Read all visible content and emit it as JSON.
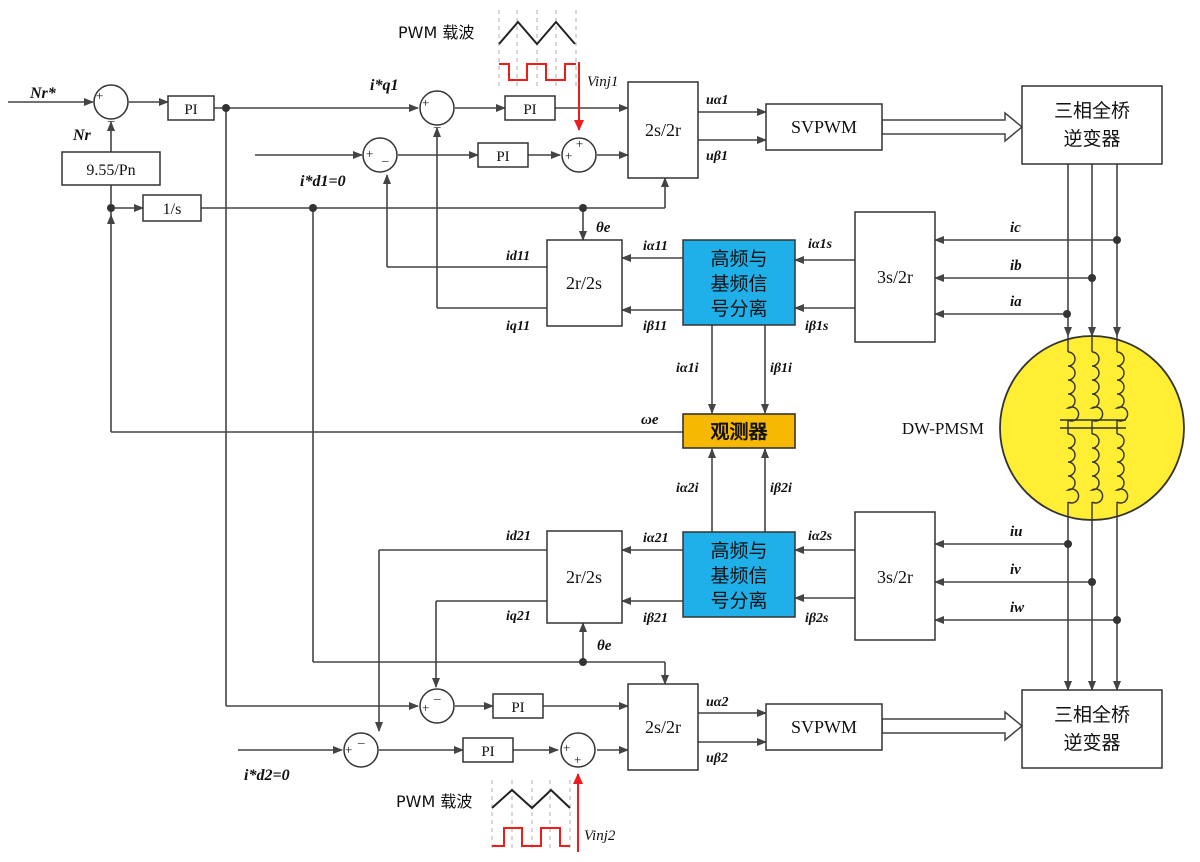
{
  "labels": {
    "nr_ref": "Nr*",
    "nr": "Nr",
    "gain": "9.55/Pn",
    "integrator": "1/s",
    "pi": "PI",
    "park1": "2s/2r",
    "park2": "2s/2r",
    "invpark1": "2r/2s",
    "invpark2": "2r/2s",
    "clarke1": "3s/2r",
    "clarke2": "3s/2r",
    "svpwm1": "SVPWM",
    "svpwm2": "SVPWM",
    "inverter1_l1": "三相全桥",
    "inverter1_l2": "逆变器",
    "inverter2_l1": "三相全桥",
    "inverter2_l2": "逆变器",
    "sep1_l1": "高频与",
    "sep1_l2": "基频信",
    "sep1_l3": "号分离",
    "sep2_l1": "高频与",
    "sep2_l2": "基频信",
    "sep2_l3": "号分离",
    "observer": "观测器",
    "motor": "DW-PMSM",
    "pwm_carrier1": "PWM 载波",
    "pwm_carrier2": "PWM 载波",
    "vinj1": "Vinj1",
    "vinj2": "Vinj2",
    "iq1_ref": "i*q1",
    "id1_ref": "i*d1=0",
    "id2_ref": "i*d2=0",
    "u_alpha1": "uα1",
    "u_beta1": "uβ1",
    "u_alpha2": "uα2",
    "u_beta2": "uβ2",
    "theta_e1": "θe",
    "theta_e2": "θe",
    "omega_e": "ωe",
    "i_d11": "id11",
    "i_q11": "iq11",
    "i_alpha11": "iα11",
    "i_beta11": "iβ11",
    "i_alpha1s": "iα1s",
    "i_beta1s": "iβ1s",
    "i_alpha1i": "iα1i",
    "i_beta1i": "iβ1i",
    "i_alpha2i": "iα2i",
    "i_beta2i": "iβ2i",
    "i_d21": "id21",
    "i_q21": "iq21",
    "i_alpha21": "iα21",
    "i_beta21": "iβ21",
    "i_alpha2s": "iα2s",
    "i_beta2s": "iβ2s",
    "i_c": "ic",
    "i_b": "ib",
    "i_a": "ia",
    "i_u": "iu",
    "i_v": "iv",
    "i_w": "iw"
  },
  "colors": {
    "separator_block": "#1fb0ea",
    "observer_block": "#f6b800",
    "motor_fill": "#ffee33",
    "injection_signal": "#ee1c1c"
  }
}
